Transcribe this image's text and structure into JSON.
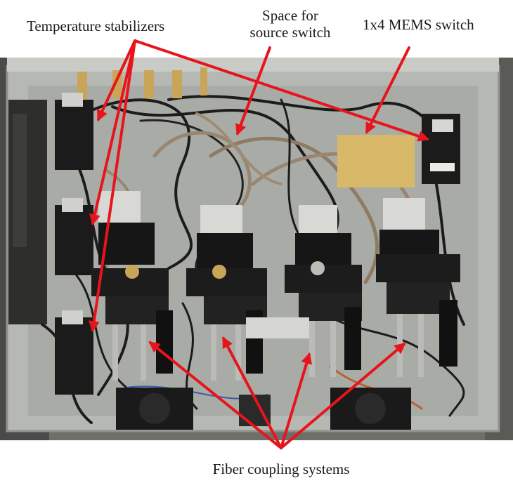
{
  "labels": {
    "temperature_stabilizers": "Temperature stabilizers",
    "space_for_line1": "Space for",
    "space_for_line2": "source switch",
    "mems_switch": "1x4 MEMS switch",
    "fiber_coupling": "Fiber coupling systems"
  },
  "colors": {
    "arrow": "#e8141b",
    "enclosure": "#b9bcb8",
    "panel": "#a8aba5",
    "dark": "#1b1b1b",
    "brass": "#c9a55a",
    "gold_board": "#d8b96a"
  }
}
